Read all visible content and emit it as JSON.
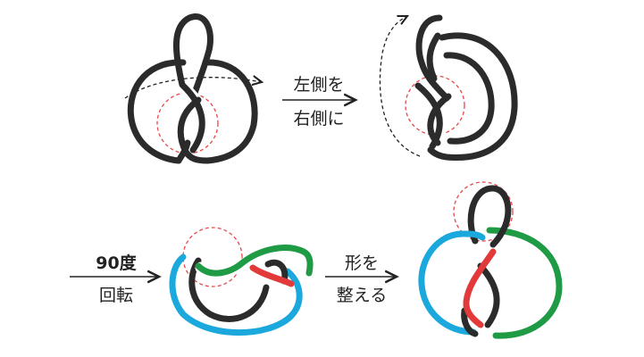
{
  "steps": {
    "step1_line1": "左側を",
    "step1_line2": "右側に",
    "step2_line1": "90度",
    "step2_line2": "回転",
    "step3_line1": "形を",
    "step3_line2": "整える"
  },
  "colors": {
    "knot": "#2b2b2b",
    "blue": "#1ba8dc",
    "green": "#1f9a45",
    "red": "#e23a3a",
    "guide": "#e8484a",
    "arrow": "#222222"
  }
}
